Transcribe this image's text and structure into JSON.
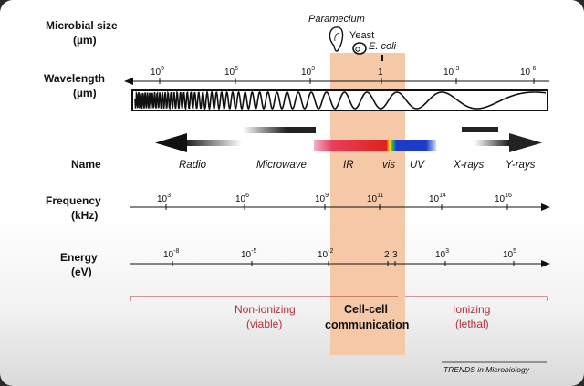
{
  "row_labels": {
    "microbial_size": [
      "Microbial size",
      "(µm)"
    ],
    "wavelength": [
      "Wavelength",
      "(µm)"
    ],
    "name": "Name",
    "frequency": [
      "Frequency",
      "(kHz)"
    ],
    "energy": [
      "Energy",
      "(eV)"
    ]
  },
  "organisms": {
    "paramecium": "Paramecium",
    "yeast": "Yeast",
    "ecoli": "E. coli"
  },
  "wavelength_ticks": [
    {
      "base": "10",
      "exp": "9"
    },
    {
      "base": "10",
      "exp": "6"
    },
    {
      "base": "10",
      "exp": "3"
    },
    {
      "base": "1",
      "exp": ""
    },
    {
      "base": "10",
      "exp": "-3"
    },
    {
      "base": "10",
      "exp": "-6"
    }
  ],
  "bands": [
    "Radio",
    "Microwave",
    "IR",
    "vis",
    "UV",
    "X-rays",
    "Y-rays"
  ],
  "frequency_ticks": [
    {
      "base": "10",
      "exp": "3"
    },
    {
      "base": "10",
      "exp": "6"
    },
    {
      "base": "10",
      "exp": "9"
    },
    {
      "base": "10",
      "exp": "11"
    },
    {
      "base": "10",
      "exp": "14"
    },
    {
      "base": "10",
      "exp": "16"
    }
  ],
  "energy_ticks": [
    {
      "base": "10",
      "exp": "-8"
    },
    {
      "base": "10",
      "exp": "-5"
    },
    {
      "base": "10",
      "exp": "-2"
    },
    {
      "base": "2",
      "exp": ""
    },
    {
      "base": "3",
      "exp": ""
    },
    {
      "base": "10",
      "exp": "3"
    },
    {
      "base": "10",
      "exp": "5"
    }
  ],
  "regions": {
    "non_ionizing": [
      "Non-ionizing",
      "(viable)"
    ],
    "cell_cell": [
      "Cell-cell",
      "communication"
    ],
    "ionizing": [
      "Ionizing",
      "(lethal)"
    ]
  },
  "credit": "TRENDS in Microbiology",
  "colors": {
    "highlight": "#f5c9a8",
    "region_red": "#b0303a",
    "ir": "#e0201c",
    "uv": "#1a3cc8"
  }
}
